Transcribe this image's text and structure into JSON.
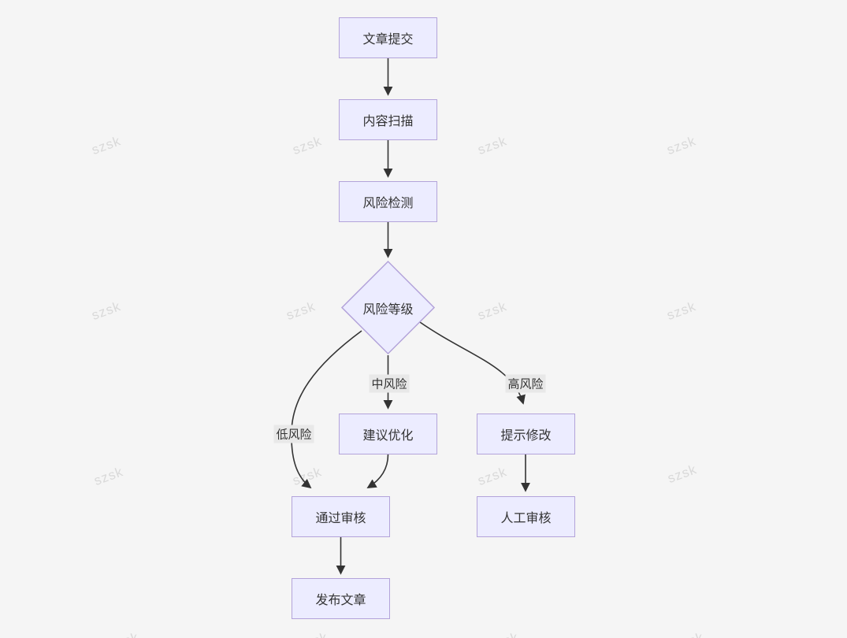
{
  "diagram": {
    "type": "flowchart",
    "direction": "top-down",
    "watermark": "szsk",
    "nodes": {
      "submit": {
        "label": "文章提交",
        "shape": "rect"
      },
      "scan": {
        "label": "内容扫描",
        "shape": "rect"
      },
      "detect": {
        "label": "风险检测",
        "shape": "rect"
      },
      "level": {
        "label": "风险等级",
        "shape": "diamond"
      },
      "optimize": {
        "label": "建议优化",
        "shape": "rect"
      },
      "modify": {
        "label": "提示修改",
        "shape": "rect"
      },
      "pass": {
        "label": "通过审核",
        "shape": "rect"
      },
      "manual": {
        "label": "人工审核",
        "shape": "rect"
      },
      "publish": {
        "label": "发布文章",
        "shape": "rect"
      }
    },
    "edge_labels": {
      "low": "低风险",
      "medium": "中风险",
      "high": "高风险"
    },
    "edges": [
      {
        "from": "submit",
        "to": "scan",
        "label": ""
      },
      {
        "from": "scan",
        "to": "detect",
        "label": ""
      },
      {
        "from": "detect",
        "to": "level",
        "label": ""
      },
      {
        "from": "level",
        "to": "optimize",
        "label": "中风险"
      },
      {
        "from": "level",
        "to": "modify",
        "label": "高风险"
      },
      {
        "from": "level",
        "to": "pass",
        "label": "低风险"
      },
      {
        "from": "optimize",
        "to": "pass",
        "label": ""
      },
      {
        "from": "modify",
        "to": "manual",
        "label": ""
      },
      {
        "from": "pass",
        "to": "publish",
        "label": ""
      }
    ],
    "colors": {
      "background": "#f5f5f5",
      "node_fill": "#ececff",
      "node_border": "#b3a3da",
      "edge": "#333333",
      "label_bg": "#e8e8e8",
      "text": "#333333",
      "watermark": "#d9d9d9"
    }
  }
}
